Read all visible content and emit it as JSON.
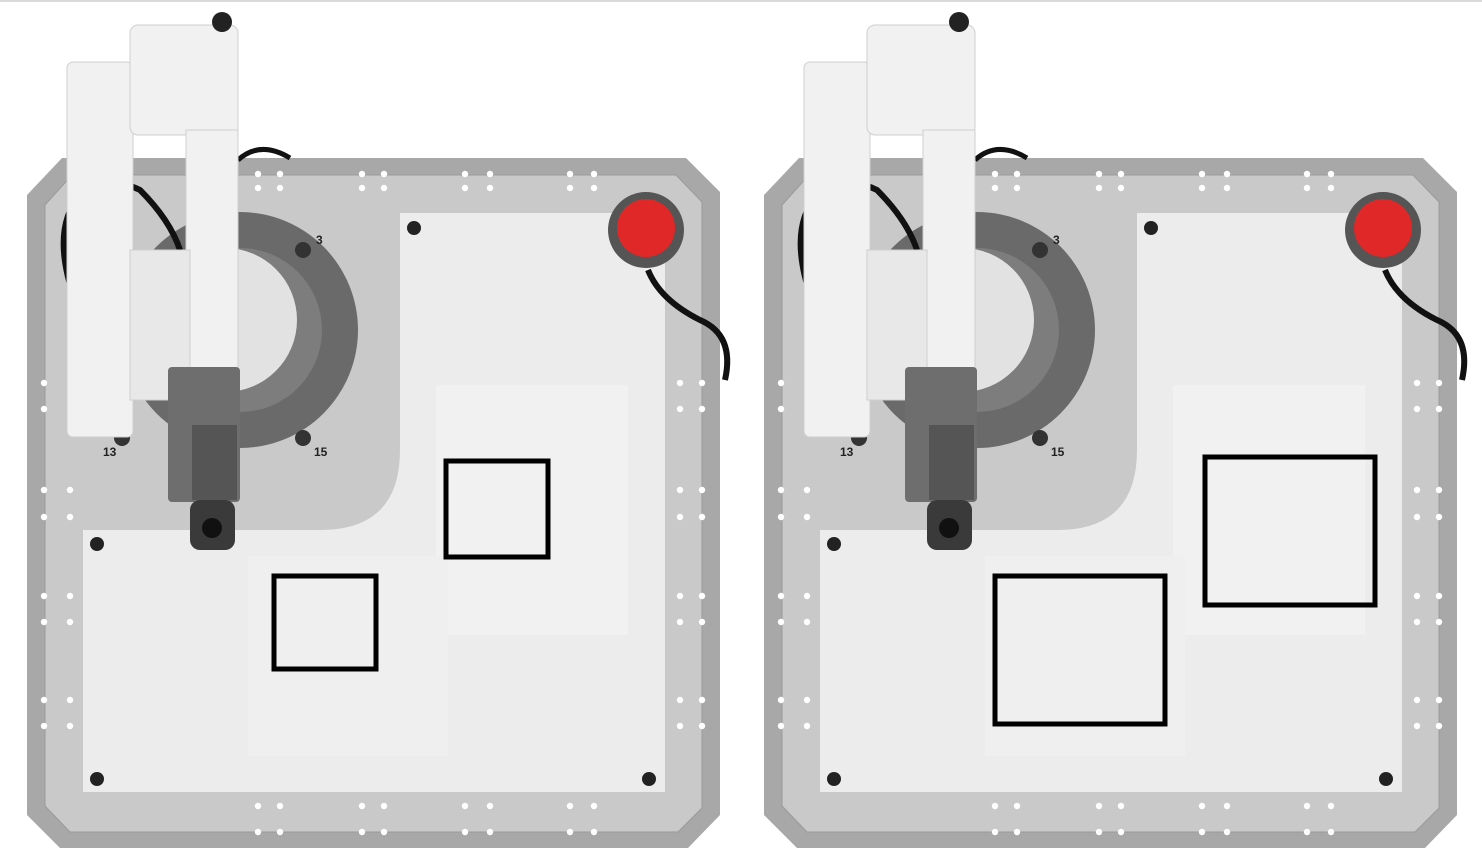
{
  "panels": [
    {
      "id": "left",
      "labels": {
        "top_right": "3",
        "bottom_left": "13",
        "bottom_right": "15"
      }
    },
    {
      "id": "right",
      "labels": {
        "top_right": "3",
        "bottom_left": "13",
        "bottom_right": "15"
      }
    }
  ],
  "colors": {
    "table_frame": "#a8a8a8",
    "table_inner": "#c9c9c9",
    "work_surface": "#ececec",
    "robot_body": "#f1f1f1",
    "robot_joint": "#6a6a6a",
    "estop_red": "#e02828",
    "target_outline": "#000000"
  }
}
